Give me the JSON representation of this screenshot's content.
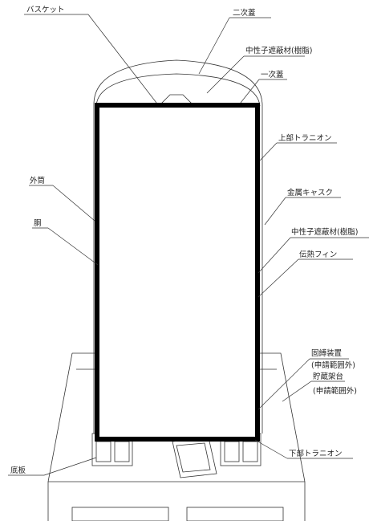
{
  "labels": {
    "basket": "バスケット",
    "secondary_lid": "二次蓋",
    "neutron_shield_resin_top": "中性子遮蔽材(樹脂)",
    "primary_lid": "一次蓋",
    "upper_trunnion": "上部トラニオン",
    "outer_cylinder": "外筒",
    "metal_cask": "金属キャスク",
    "body": "胴",
    "neutron_shield_resin_side": "中性子遮蔽材(樹脂)",
    "heat_transfer_fin": "伝熱フィン",
    "fixing_device": "固縛装置",
    "fixing_device_note": "(申請範囲外)",
    "storage_frame": "貯蔵架台",
    "storage_frame_note": "(申請範囲外)",
    "bottom_plate": "底板",
    "lower_trunnion": "下部トラニオン"
  }
}
